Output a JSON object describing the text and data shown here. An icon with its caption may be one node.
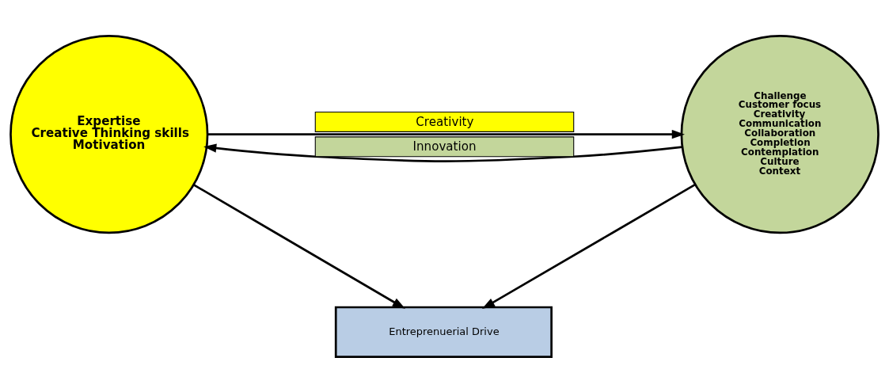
{
  "diagram": {
    "nodes": [
      {
        "text": [
          "Expertise",
          "Creative Thinking skills",
          "Motivation"
        ]
      },
      {
        "text": [
          "Challenge",
          "Customer focus",
          "Creativity",
          "Communication",
          "Collaboration",
          "Completion",
          "Contemplation",
          "Culture",
          "Context"
        ]
      },
      {
        "text": [
          "Entreprenuerial Drive"
        ]
      }
    ],
    "edges": [
      {
        "from": 0,
        "to": 1,
        "arrow": "to",
        "label": "Creativity"
      },
      {
        "from": 1,
        "to": 0,
        "arrow": "to",
        "label": "Innovation"
      },
      {
        "from": 0,
        "to": 2,
        "arrow": "to"
      },
      {
        "from": 1,
        "to": 2,
        "arrow": "to"
      }
    ]
  }
}
